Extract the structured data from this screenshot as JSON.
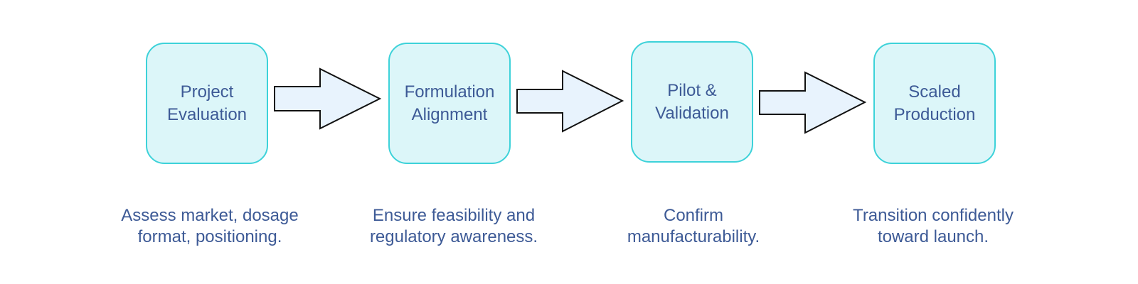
{
  "colors": {
    "box_fill": "#dcf6f9",
    "box_border": "#3dd2d9",
    "text": "#3d5a96",
    "arrow_fill": "#e8f3fd",
    "arrow_stroke": "#111111"
  },
  "steps": [
    {
      "title": "Project\nEvaluation",
      "description": "Assess market, dosage\nformat, positioning."
    },
    {
      "title": "Formulation\nAlignment",
      "description": "Ensure feasibility and\nregulatory awareness."
    },
    {
      "title": "Pilot &\nValidation",
      "description": "Confirm\nmanufacturability."
    },
    {
      "title": "Scaled\nProduction",
      "description": "Transition confidently\ntoward launch."
    }
  ],
  "connector_icon": "right-block-arrow-icon"
}
